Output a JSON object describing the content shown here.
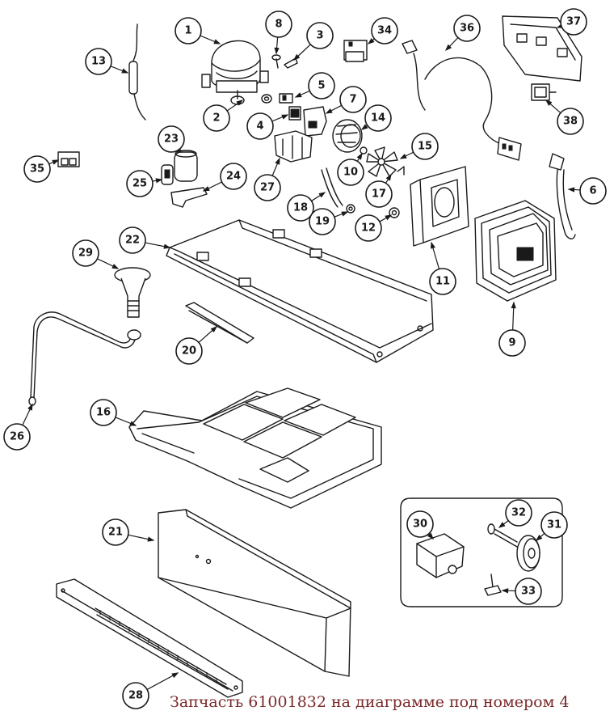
{
  "caption": "Запчасть 61001832 на диаграмме под номером 4",
  "callouts": [
    "1",
    "2",
    "3",
    "4",
    "5",
    "6",
    "7",
    "8",
    "9",
    "10",
    "11",
    "12",
    "13",
    "14",
    "15",
    "16",
    "17",
    "18",
    "19",
    "20",
    "21",
    "22",
    "23",
    "24",
    "25",
    "26",
    "27",
    "28",
    "29",
    "30",
    "31",
    "32",
    "33",
    "34",
    "35",
    "36",
    "37",
    "38"
  ],
  "colors": {
    "line": "#1a1a1a",
    "caption": "#7a2a2a",
    "background": "#ffffff"
  }
}
